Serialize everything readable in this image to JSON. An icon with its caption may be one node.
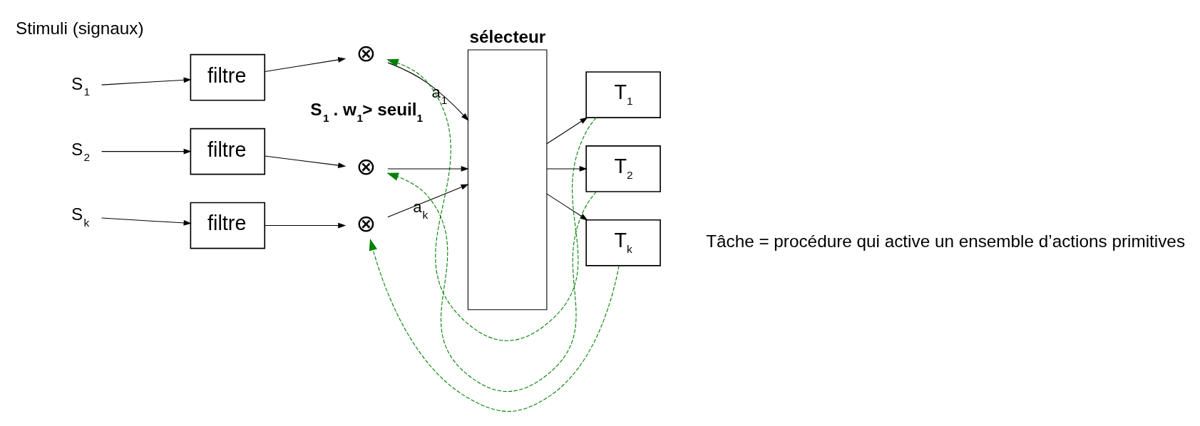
{
  "diagram": {
    "nodes": [
      {
        "text": [
          "S$_{1}$"
        ]
      },
      {
        "text": [
          "filtre"
        ]
      },
      {
        "text": [
          "⊗"
        ]
      },
      {
        "text": [
          "sélecteur"
        ]
      },
      {
        "text": [
          "T$_{1}$"
        ]
      },
      {
        "text": [
          "S$_{2}$"
        ]
      },
      {
        "text": [
          "filtre"
        ]
      },
      {
        "text": [
          "⊗"
        ]
      },
      {
        "text": [
          "T$_{2}$"
        ]
      },
      {
        "text": [
          "S$_{k}$"
        ]
      },
      {
        "text": [
          "filtre"
        ]
      },
      {
        "text": [
          "⊗"
        ]
      },
      {
        "text": [
          "T$_{k}$"
        ]
      }
    ],
    "edges": [
      {
        "from": 0,
        "to": 1,
        "arrow": "to"
      },
      {
        "from": 1,
        "to": 2,
        "arrow": "to"
      },
      {
        "from": 2,
        "to": 3,
        "arrow": "to",
        "label": "a$_{1}$"
      },
      {
        "from": 3,
        "to": 4,
        "arrow": "to"
      },
      {
        "from": 4,
        "to": 2,
        "arrow": "to",
        "style": "dashed",
        "color": "#008000"
      },
      {
        "from": 5,
        "to": 6,
        "arrow": "to"
      },
      {
        "from": 6,
        "to": 7,
        "arrow": "to"
      },
      {
        "from": 7,
        "to": 3,
        "arrow": "to"
      },
      {
        "from": 3,
        "to": 8,
        "arrow": "to"
      },
      {
        "from": 8,
        "to": 7,
        "arrow": "to",
        "style": "dashed",
        "color": "#008000"
      },
      {
        "from": 9,
        "to": 10,
        "arrow": "to"
      },
      {
        "from": 10,
        "to": 11,
        "arrow": "to"
      },
      {
        "from": 11,
        "to": 3,
        "arrow": "to",
        "label": "a$_{k}$"
      },
      {
        "from": 3,
        "to": 12,
        "arrow": "to"
      },
      {
        "from": 12,
        "to": 11,
        "arrow": "to",
        "style": "dashed",
        "color": "#008000"
      }
    ],
    "labels": [
      "Stimuli (signaux)",
      "**S$_{1}$ . w$_{1}$> seuil$_{1}$**",
      "Tâche = procédure qui active un ensemble d’actions primitives"
    ]
  }
}
